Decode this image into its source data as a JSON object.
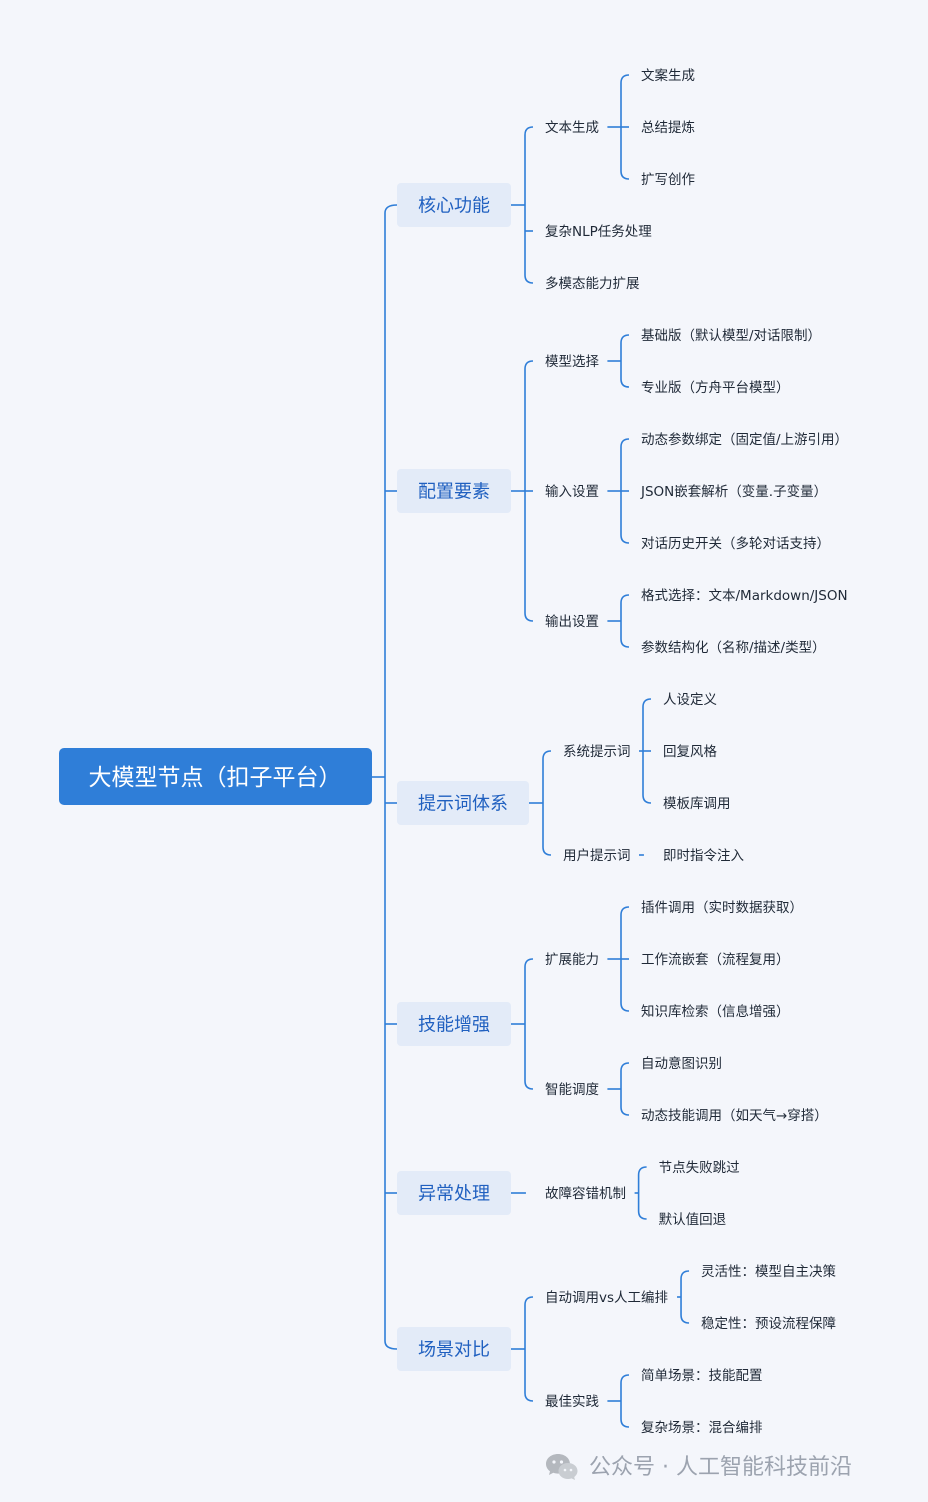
{
  "root": {
    "label": "大模型节点（扣子平台）"
  },
  "branches": [
    {
      "label": "核心功能",
      "children": [
        {
          "label": "文本生成",
          "children": [
            {
              "label": "文案生成"
            },
            {
              "label": "总结提炼"
            },
            {
              "label": "扩写创作"
            }
          ]
        },
        {
          "label": "复杂NLP任务处理"
        },
        {
          "label": "多模态能力扩展"
        }
      ]
    },
    {
      "label": "配置要素",
      "children": [
        {
          "label": "模型选择",
          "children": [
            {
              "label": "基础版（默认模型/对话限制）"
            },
            {
              "label": "专业版（方舟平台模型）"
            }
          ]
        },
        {
          "label": "输入设置",
          "children": [
            {
              "label": "动态参数绑定（固定值/上游引用）"
            },
            {
              "label": "JSON嵌套解析（变量.子变量）"
            },
            {
              "label": "对话历史开关（多轮对话支持）"
            }
          ]
        },
        {
          "label": "输出设置",
          "children": [
            {
              "label": "格式选择：文本/Markdown/JSON"
            },
            {
              "label": "参数结构化（名称/描述/类型）"
            }
          ]
        }
      ]
    },
    {
      "label": "提示词体系",
      "children": [
        {
          "label": "系统提示词",
          "children": [
            {
              "label": "人设定义"
            },
            {
              "label": "回复风格"
            },
            {
              "label": "模板库调用"
            }
          ]
        },
        {
          "label": "用户提示词",
          "children": [
            {
              "label": "即时指令注入"
            }
          ]
        }
      ]
    },
    {
      "label": "技能增强",
      "children": [
        {
          "label": "扩展能力",
          "children": [
            {
              "label": "插件调用（实时数据获取）"
            },
            {
              "label": "工作流嵌套（流程复用）"
            },
            {
              "label": "知识库检索（信息增强）"
            }
          ]
        },
        {
          "label": "智能调度",
          "children": [
            {
              "label": "自动意图识别"
            },
            {
              "label": "动态技能调用（如天气→穿搭）"
            }
          ]
        }
      ]
    },
    {
      "label": "异常处理",
      "children": [
        {
          "label": "故障容错机制",
          "children": [
            {
              "label": "节点失败跳过"
            },
            {
              "label": "默认值回退"
            }
          ]
        }
      ]
    },
    {
      "label": "场景对比",
      "children": [
        {
          "label": "自动调用vs人工编排",
          "children": [
            {
              "label": "灵活性：模型自主决策"
            },
            {
              "label": "稳定性：预设流程保障"
            }
          ]
        },
        {
          "label": "最佳实践",
          "children": [
            {
              "label": "简单场景：技能配置"
            },
            {
              "label": "复杂场景：混合编排"
            }
          ]
        }
      ]
    }
  ],
  "watermark": {
    "text": "公众号 · 人工智能科技前沿",
    "icon": "wechat-icon"
  }
}
